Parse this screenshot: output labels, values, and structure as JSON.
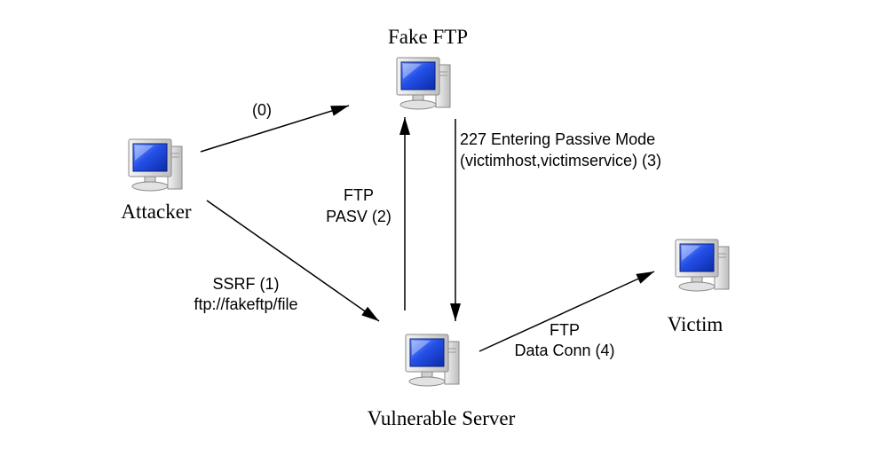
{
  "nodes": {
    "fake_ftp": {
      "label": "Fake FTP",
      "icon": "computer-icon"
    },
    "attacker": {
      "label": "Attacker",
      "icon": "computer-icon"
    },
    "vulnerable_server": {
      "label": "Vulnerable Server",
      "icon": "computer-icon"
    },
    "victim": {
      "label": "Victim",
      "icon": "computer-icon"
    }
  },
  "edges": {
    "step0": {
      "label": "(0)"
    },
    "step1": {
      "line1": "SSRF (1)",
      "line2": "ftp://fakeftp/file"
    },
    "step2": {
      "line1": "FTP",
      "line2": "PASV (2)"
    },
    "step3": {
      "line1": "227 Entering Passive Mode",
      "line2": "(victimhost,victimservice)  (3)"
    },
    "step4": {
      "line1": "FTP",
      "line2": "Data Conn (4)"
    }
  },
  "colors": {
    "screen": "#1a3fd6",
    "screen_light": "#6f95ff",
    "case": "#e8e8e8",
    "case_shadow": "#9a9a9a",
    "arrow": "#000000"
  }
}
